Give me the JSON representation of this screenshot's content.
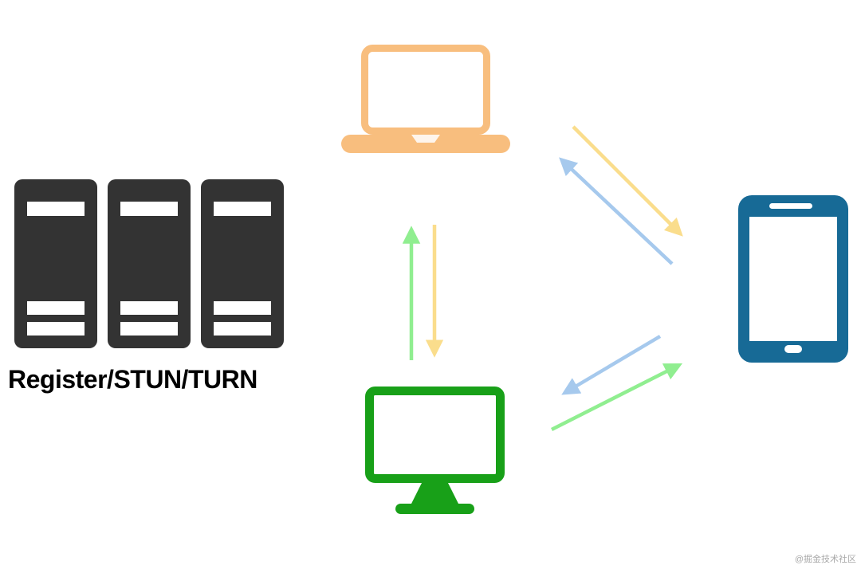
{
  "labels": {
    "server": "Register/STUN/TURN",
    "watermark": "@掘金技术社区"
  },
  "colors": {
    "server": "#333333",
    "server_stripe": "#ffffff",
    "laptop": "#F8BE7E",
    "desktop": "#18A018",
    "phone": "#176A96",
    "arrow_green": "#90EE90",
    "arrow_yellow": "#FADD8C",
    "arrow_blue": "#A6C9ED",
    "background": "#FFFFFF"
  },
  "nodes": [
    {
      "id": "server-cluster",
      "label": "Register/STUN/TURN",
      "icon": "server-rack-icon"
    },
    {
      "id": "laptop",
      "label": "",
      "icon": "laptop-icon"
    },
    {
      "id": "desktop",
      "label": "",
      "icon": "desktop-icon"
    },
    {
      "id": "phone",
      "label": "",
      "icon": "smartphone-icon"
    }
  ],
  "edges": [
    {
      "from": "desktop",
      "to": "laptop",
      "color": "green"
    },
    {
      "from": "laptop",
      "to": "desktop",
      "color": "yellow"
    },
    {
      "from": "phone",
      "to": "laptop",
      "color": "blue"
    },
    {
      "from": "laptop",
      "to": "phone",
      "color": "yellow"
    },
    {
      "from": "phone",
      "to": "desktop",
      "color": "blue"
    },
    {
      "from": "desktop",
      "to": "phone",
      "color": "green"
    }
  ]
}
